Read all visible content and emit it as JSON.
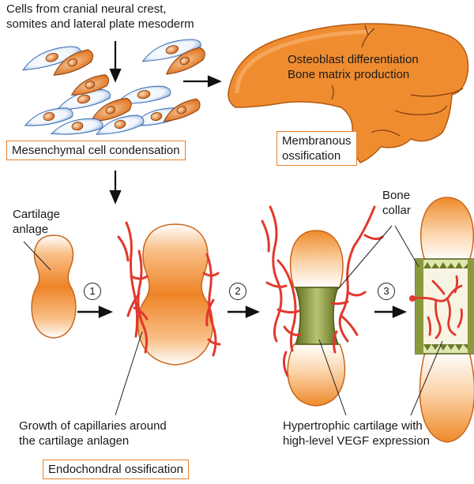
{
  "labels": {
    "source_cells": "Cells from cranial neural crest,\nsomites and lateral plate mesoderm",
    "osteoblast": "Osteoblast differentiation\nBone matrix production",
    "condensation": "Mesenchymal cell condensation",
    "membranous": "Membranous\nossification",
    "cartilage_anlage": "Cartilage\nanlage",
    "bone_collar": "Bone\ncollar",
    "capillaries": "Growth of capillaries around\nthe cartilage anlagen",
    "hypertrophic": "Hypertrophic cartilage with\nhigh-level VEGF expression",
    "endochondral": "Endochondral ossification"
  },
  "steps": [
    "1",
    "2",
    "3"
  ],
  "colors": {
    "bone_orange": "#ef8a2a",
    "bone_light": "#fff3e3",
    "cartilage_green": "#8a9a3a",
    "vessel_red": "#e2382d",
    "box_border": "#e8812e",
    "cell_blue": "#3f6fb6"
  }
}
